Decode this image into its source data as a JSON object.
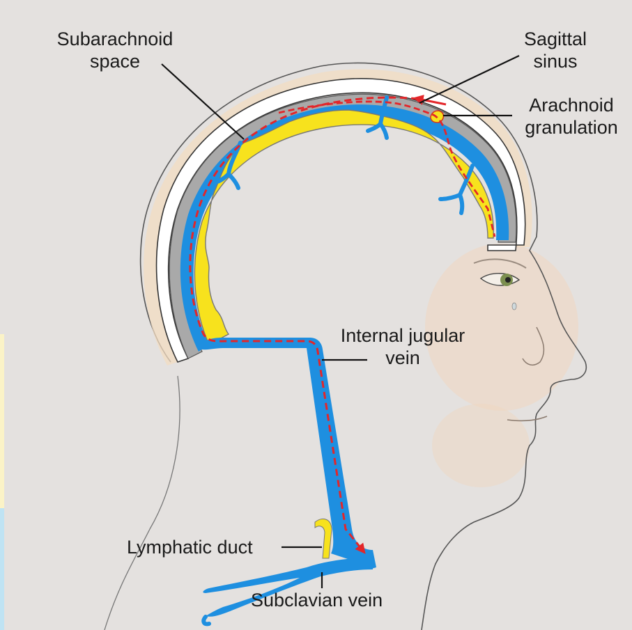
{
  "labels": {
    "subarachnoid_space": {
      "line1": "Subarachnoid",
      "line2": "space"
    },
    "sagittal_sinus": {
      "line1": "Sagittal",
      "line2": "sinus"
    },
    "arachnoid_granulation": {
      "line1": "Arachnoid",
      "line2": "granulation"
    },
    "internal_jugular_vein": {
      "line1": "Internal jugular",
      "line2": "vein"
    },
    "lymphatic_duct": "Lymphatic duct",
    "subclavian_vein": "Subclavian vein"
  },
  "colors": {
    "background": "#e4e1df",
    "vein_blue": "#1e8fe0",
    "csf_yellow": "#f7e21d",
    "flow_red": "#e3262a",
    "skull_white": "#ffffff",
    "dura_gray": "#a9a9a9",
    "skin_tone": "#f1d6b8",
    "outline": "#333333"
  }
}
